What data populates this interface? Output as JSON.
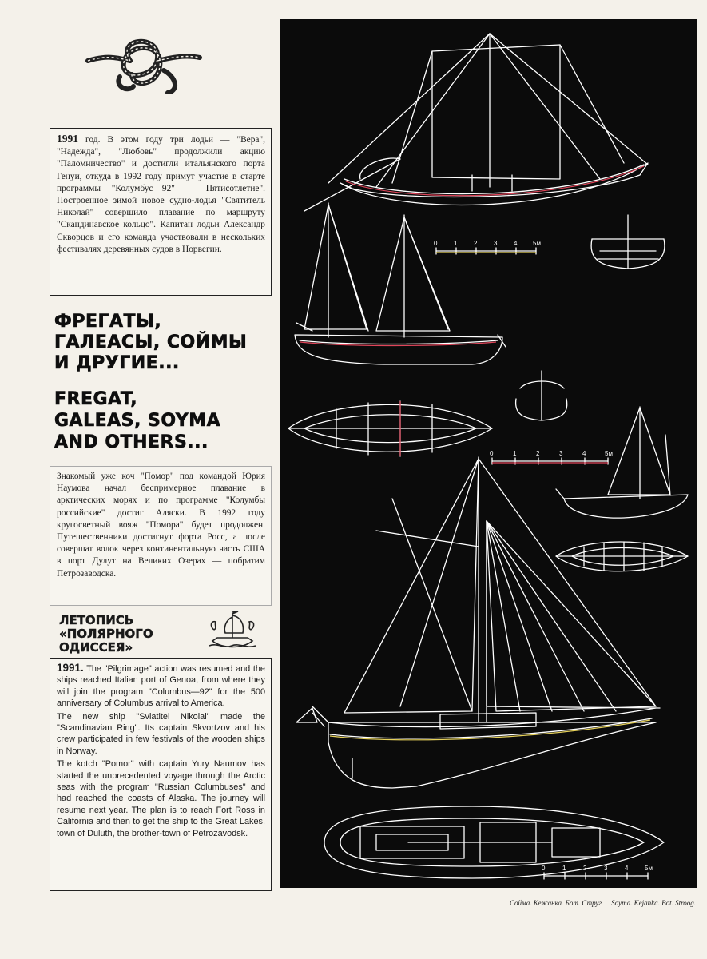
{
  "box1": {
    "year": "1991",
    "text": " год. В этом году три лодьи — \"Вера\", \"Надежда\", \"Любовь\" продолжили акцию \"Паломничество\" и достигли итальянского порта Генуи, откуда в 1992 году примут участие в старте программы \"Колумбус—92\" — Пятисотлетие\". Построенное зимой новое судно-лодья \"Святитель Николай\" совершило плавание по маршруту \"Скандинавское кольцо\". Капитан лодьи Александр Скворцов и его команда участвовали в нескольких фестивалях деревянных судов в Норвегии."
  },
  "title": {
    "ru_line1": "Фрегаты,",
    "ru_line2": "галеасы, соймы",
    "ru_line3": "и другие...",
    "en_line1": "Fregat,",
    "en_line2": "galeas, soyma",
    "en_line3": "and others..."
  },
  "box2": {
    "text": "Знакомый уже коч \"Помор\" под командой Юрия Наумова начал беспримерное плавание в арктических морях и по программе \"Колумбы российские\" достиг Аляски. В 1992 году кругосветный вояж \"Помора\" будет продолжен. Путешественники достигнут форта Росс, а после совершат волок через континентальную часть США в порт Дулут на Великих Озерах — побратим Петрозаводска."
  },
  "chronicle": {
    "line1": "Летопись",
    "line2": "«Полярного",
    "line3": "Одиссея»"
  },
  "box3": {
    "year": "1991.",
    "p1": " The \"Pilgrimage\" action was resumed and the ships reached Italian port of Genoa, from where they will join the program \"Columbus—92\" for the 500 anniversary of Columbus arrival to America.",
    "p2": "The new ship \"Sviatitel Nikolai\" made the \"Scandinavian Ring\". Its captain Skvortzov and his crew participated in few festivals of the wooden ships in Norway.",
    "p3": "The kotch \"Pomor\" with captain Yury Naumov has started the unprecedented voyage through the Arctic seas with the program \"Russian Columbuses\" and had reached the coasts of Alaska. The journey will resume next year. The plan is to reach Fort Ross in California and then to get the ship to the Great Lakes, town of Duluth, the brother-town of Petrozavodsk."
  },
  "scale": {
    "ticks": [
      "0",
      "1",
      "2",
      "3",
      "4",
      "5м"
    ]
  },
  "caption": {
    "ru": "Сойма. Кежанка. Бот. Струг.",
    "en": "Soyma. Kejanka. Bot. Stroog."
  },
  "colors": {
    "panel": "#0b0b0b",
    "line": "#ffffff",
    "accent_red": "#e0455a",
    "accent_yellow": "#e6d15a"
  }
}
